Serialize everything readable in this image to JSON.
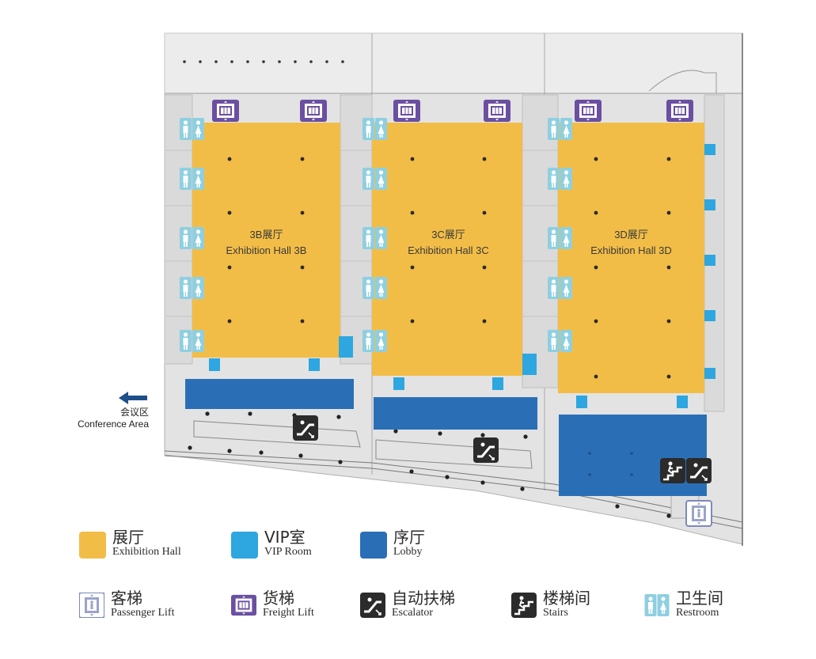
{
  "halls": [
    {
      "zh": "3B展厅",
      "en": "Exhibition Hall 3B"
    },
    {
      "zh": "3C展厅",
      "en": "Exhibition Hall 3C"
    },
    {
      "zh": "3D展厅",
      "en": "Exhibition Hall 3D"
    }
  ],
  "conference": {
    "zh": "会议区",
    "en": "Conference Area"
  },
  "legend": {
    "exhibition_hall": {
      "zh": "展厅",
      "en": "Exhibition Hall"
    },
    "vip_room": {
      "zh": "VIP室",
      "en": "VIP Room"
    },
    "lobby": {
      "zh": "序厅",
      "en": "Lobby"
    },
    "passenger_lift": {
      "zh": "客梯",
      "en": "Passenger Lift"
    },
    "freight_lift": {
      "zh": "货梯",
      "en": "Freight Lift"
    },
    "escalator": {
      "zh": "自动扶梯",
      "en": "Escalator"
    },
    "stairs": {
      "zh": "楼梯间",
      "en": "Stairs"
    },
    "restroom": {
      "zh": "卫生间",
      "en": "Restroom"
    }
  },
  "colors": {
    "exhibition_hall": "#f2bd47",
    "vip_room": "#2ea6e0",
    "lobby": "#2a6fb6",
    "restroom": "#8ecfe0",
    "freight_lift": "#6b4fa0",
    "passenger_lift": "#9aa4c8",
    "escalator": "#2b2b2b",
    "building_base": "#e3e3e3"
  },
  "icons": {
    "restroom": "restroom-icon",
    "freight_lift": "freight-lift-icon",
    "passenger_lift": "passenger-lift-icon",
    "escalator": "escalator-icon",
    "stairs": "stairs-icon",
    "arrow": "arrow-left-icon"
  }
}
